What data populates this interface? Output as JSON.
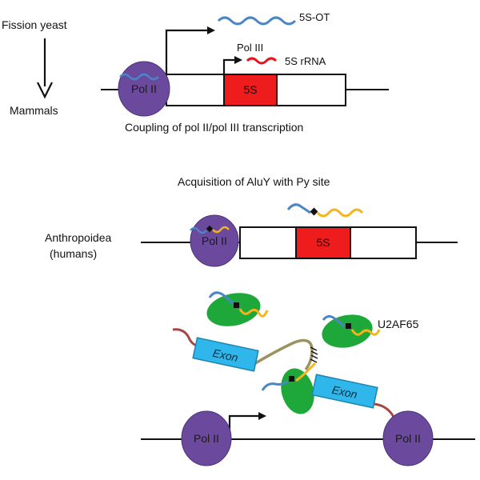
{
  "colors": {
    "pol": "#6b4a9e",
    "pol_edge": "#4b3278",
    "five_s_box": "#ee1c1c",
    "exon": "#2fb7ec",
    "exon_edge": "#1c86b0",
    "rna_blue": "#4a86c6",
    "rna_red": "#e3141e",
    "rna_yellow": "#f4b51c",
    "intron": "#9a9460",
    "exon_tail": "#a64646",
    "u2af": "#1fa83a"
  },
  "icons": {
    "arrow": "arrow-right-icon",
    "down_arrow": "arrow-down-icon"
  },
  "panel1": {
    "top_species": "Fission yeast",
    "bottom_species": "Mammals",
    "pol_label": "Pol II",
    "pol3_label": "Pol III",
    "transcript_ot": "5S-OT",
    "transcript_rrna": "5S rRNA",
    "five_s": "5S",
    "caption": "Coupling of pol II/pol III transcription"
  },
  "panel2": {
    "heading": "Acquisition of AluY with Py site",
    "species_line1": "Anthropoidea",
    "species_line2": "(humans)",
    "pol_label": "Pol II",
    "five_s": "5S"
  },
  "panel3": {
    "exon_left": "Exon",
    "exon_right": "Exon",
    "u2af_label": "U2AF65",
    "pol_left": "Pol II",
    "pol_right": "Pol II"
  }
}
